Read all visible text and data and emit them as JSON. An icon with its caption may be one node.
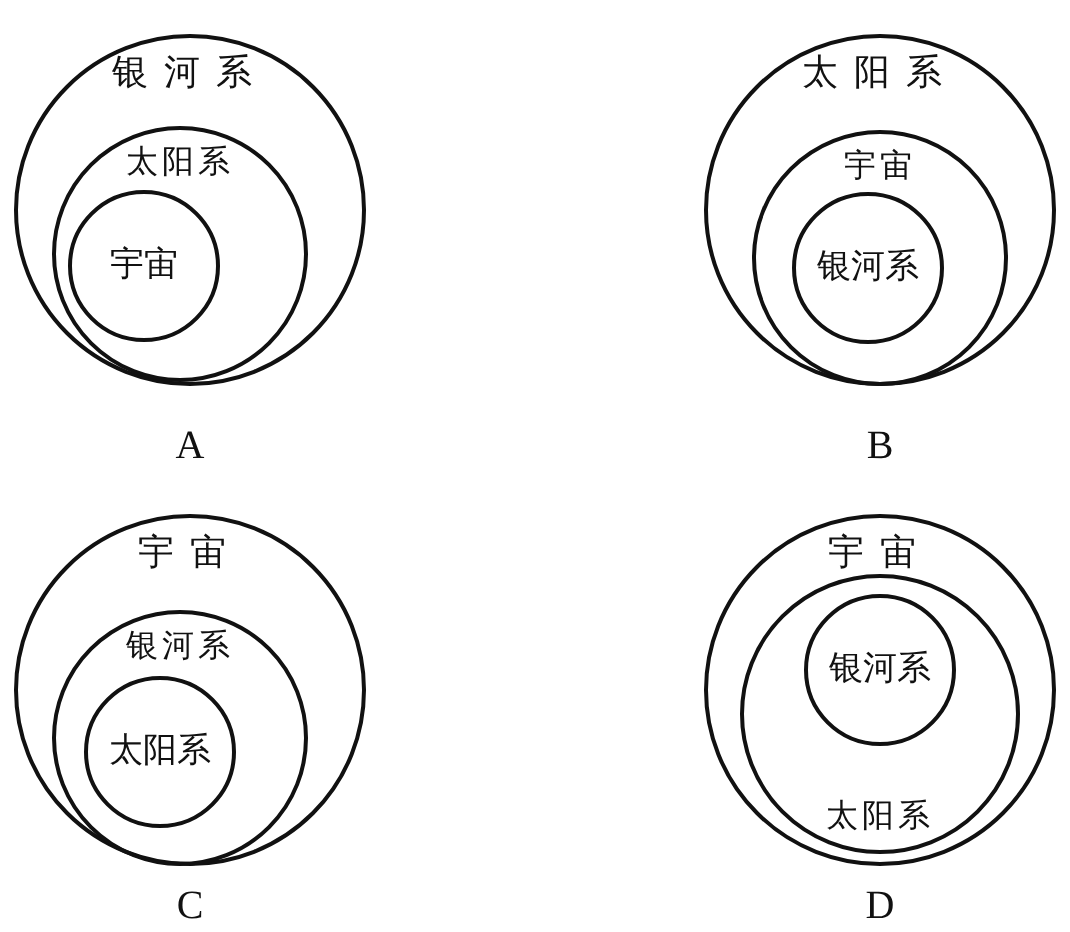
{
  "diagram": {
    "nodes": [
      {
        "text": [
          "银河系"
        ]
      },
      {
        "text": [
          "太阳系"
        ],
        "in": 0
      },
      {
        "text": [
          "宇宙"
        ],
        "in": 1
      },
      {
        "text": [
          "太阳系"
        ]
      },
      {
        "text": [
          "宇宙"
        ],
        "in": 3
      },
      {
        "text": [
          "银河系"
        ],
        "in": 4
      },
      {
        "text": [
          "宇宙"
        ]
      },
      {
        "text": [
          "银河系"
        ],
        "in": 6
      },
      {
        "text": [
          "太阳系"
        ],
        "in": 7
      },
      {
        "text": [
          "宇宙"
        ]
      },
      {
        "text": [
          "太阳系"
        ],
        "in": 9
      },
      {
        "text": [
          "银河系"
        ],
        "in": 10
      }
    ],
    "labels": [
      "A",
      "B",
      "C",
      "D"
    ]
  }
}
